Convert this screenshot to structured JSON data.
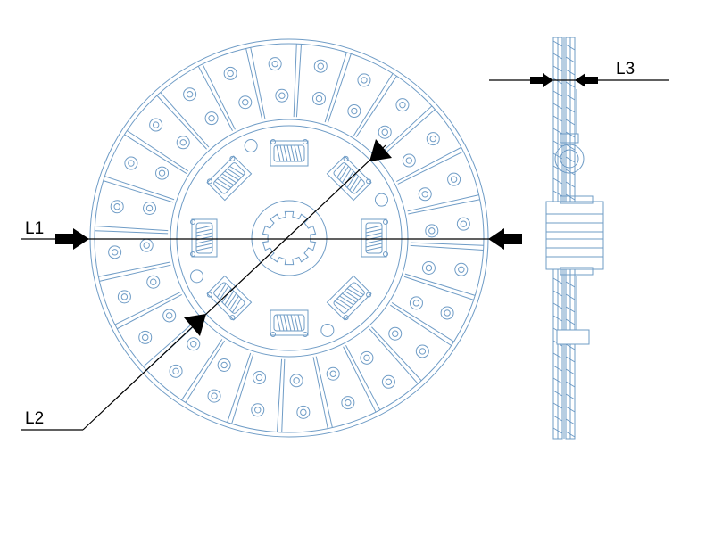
{
  "labels": {
    "l1": "L1",
    "l2": "L2",
    "l3": "L3"
  },
  "colors": {
    "part_line": "#6f9cc6",
    "part_fill": "#ffffff",
    "dimension_line": "#000000"
  },
  "disc": {
    "friction_segments": 24,
    "damper_springs": 8,
    "spline_teeth": 10
  }
}
